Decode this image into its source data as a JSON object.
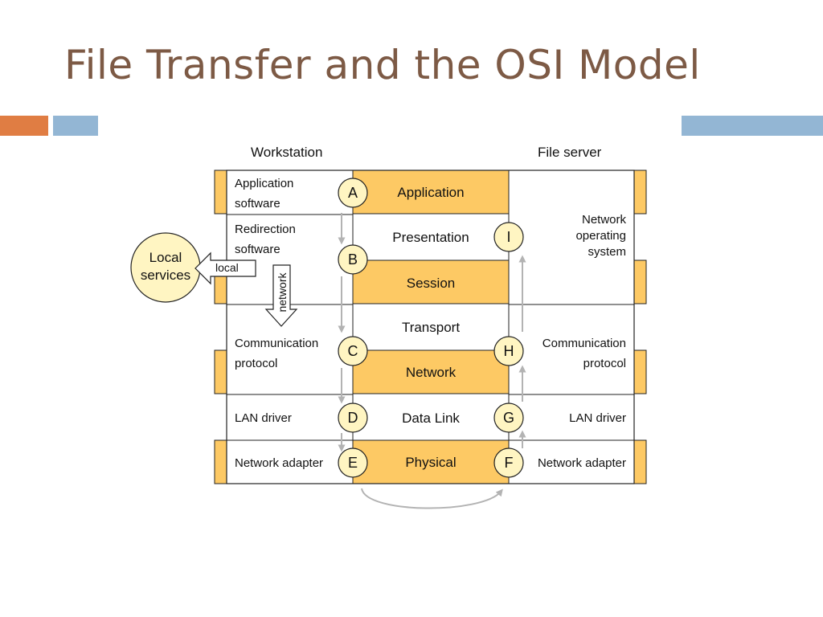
{
  "title": "File Transfer and the OSI Model",
  "colors": {
    "title": "#7d5a45",
    "accent_orange": "#e07d43",
    "accent_blue": "#93b6d4",
    "layer_fill": "#fdc964",
    "circle_fill": "#fff5c2",
    "arrow_gray": "#b3b3b3"
  },
  "diagram": {
    "headers": {
      "workstation": "Workstation",
      "file_server": "File server"
    },
    "workstation": {
      "application_software": [
        "Application",
        "software"
      ],
      "redirection_software": [
        "Redirection",
        "software"
      ],
      "communication_protocol": [
        "Communication",
        "protocol"
      ],
      "lan_driver": "LAN driver",
      "network_adapter": "Network adapter"
    },
    "osi_layers": {
      "application": "Application",
      "presentation": "Presentation",
      "session": "Session",
      "transport": "Transport",
      "network": "Network",
      "data_link": "Data Link",
      "physical": "Physical"
    },
    "file_server": {
      "network_operating_system": [
        "Network",
        "operating",
        "system"
      ],
      "communication_protocol": [
        "Communication",
        "protocol"
      ],
      "lan_driver": "LAN driver",
      "network_adapter": "Network adapter"
    },
    "local_services": [
      "Local",
      "services"
    ],
    "local_arrow_label": "local",
    "network_arrow_label": "network",
    "points": {
      "a": "A",
      "b": "B",
      "c": "C",
      "d": "D",
      "e": "E",
      "f": "F",
      "g": "G",
      "h": "H",
      "i": "I"
    }
  }
}
